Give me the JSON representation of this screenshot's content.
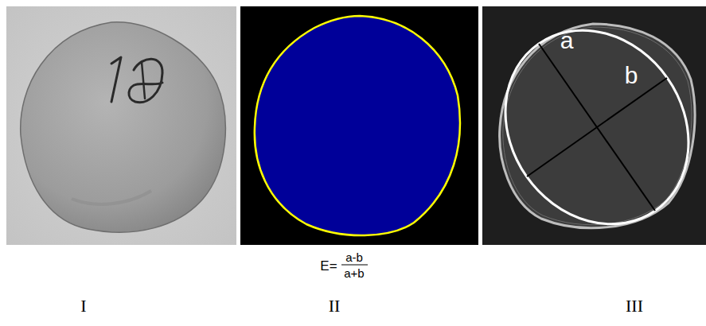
{
  "diagram": {
    "labels": [
      "a",
      "b",
      "E=",
      "a-b",
      "a+b",
      "I",
      "II",
      "III"
    ]
  }
}
